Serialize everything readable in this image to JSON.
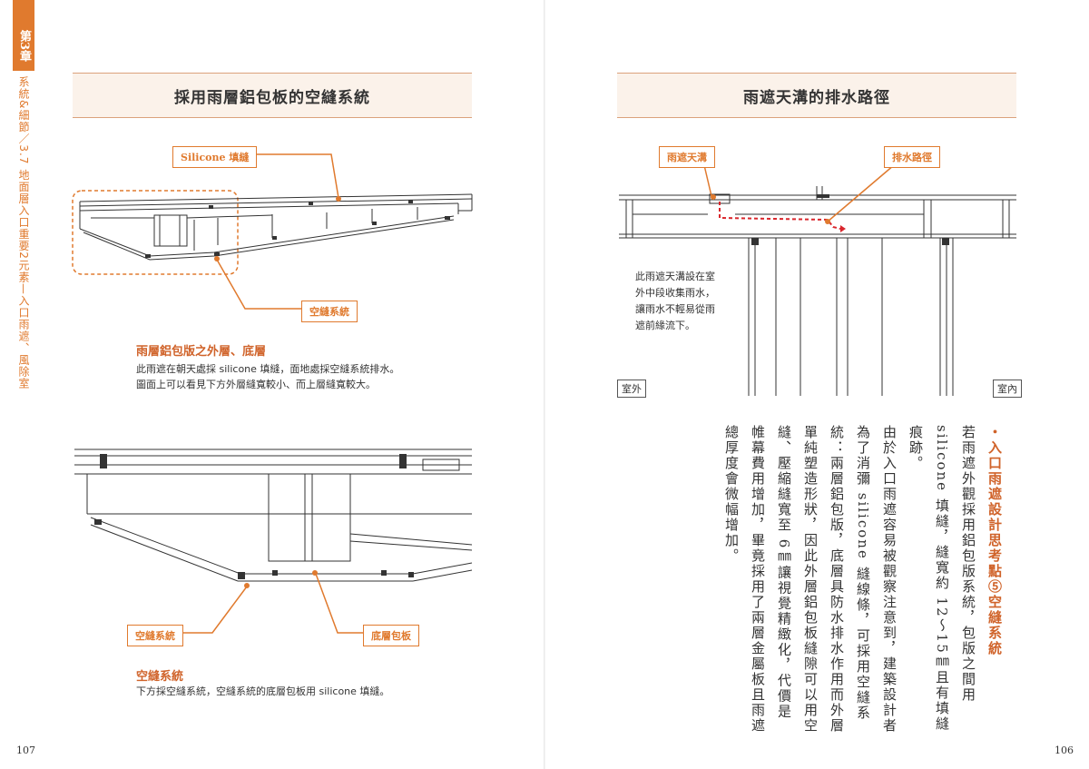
{
  "chapter_tab": "第3章",
  "chapter_side": "系統&細節／3.7 地面層入口重要2元素—入口雨遮、風除室",
  "left": {
    "title": "採用雨層鋁包板的空縫系統",
    "callout_silicone": "Silicone 填縫",
    "callout_airgap_top": "空縫系統",
    "section1_heading": "雨層鋁包版之外層、底層",
    "section1_line1": "此雨遮在朝天處採 silicone 填縫，面地處採空縫系統排水。",
    "section1_line2": "圖面上可以看見下方外層縫寬較小、而上層縫寬較大。",
    "callout_airgap_bottom": "空縫系統",
    "callout_bottom_panel": "底層包板",
    "section2_heading": "空縫系統",
    "section2_line1": "下方採空縫系統，空縫系統的底層包板用 silicone 填縫。",
    "page_number": "107"
  },
  "right": {
    "title": "雨遮天溝的排水路徑",
    "callout_gutter": "雨遮天溝",
    "callout_drain": "排水路徑",
    "note_line1": "此雨遮天溝設在室",
    "note_line2": "外中段收集雨水，",
    "note_line3": "讓雨水不輕易從雨",
    "note_line4": "遮前緣流下。",
    "label_outdoor": "室外",
    "label_indoor": "室內",
    "vertical_heading": "・入口雨遮設計思考點⑤空縫系統",
    "vertical_p1": "若雨遮外觀採用鋁包版系統，包版之間用 silicone 填縫，縫寬約 12～15㎜且有填縫痕跡。",
    "vertical_p2": "由於入口雨遮容易被觀察注意到，建築設計者為了消彌 silicone 縫線條，可採用空縫系統：兩層鋁包版，底層具防水排水作用而外層單純塑造形狀，因此外層鋁包板縫隙可以用空縫、壓縮縫寬至 6㎜讓視覺精緻化，代價是帷幕費用增加，畢竟採用了兩層金屬板且雨遮總厚度會微幅增加。",
    "page_number": "106"
  },
  "colors": {
    "accent": "#e07a2e",
    "title_bg": "#fbf2ea",
    "red_path": "#d9262c"
  }
}
